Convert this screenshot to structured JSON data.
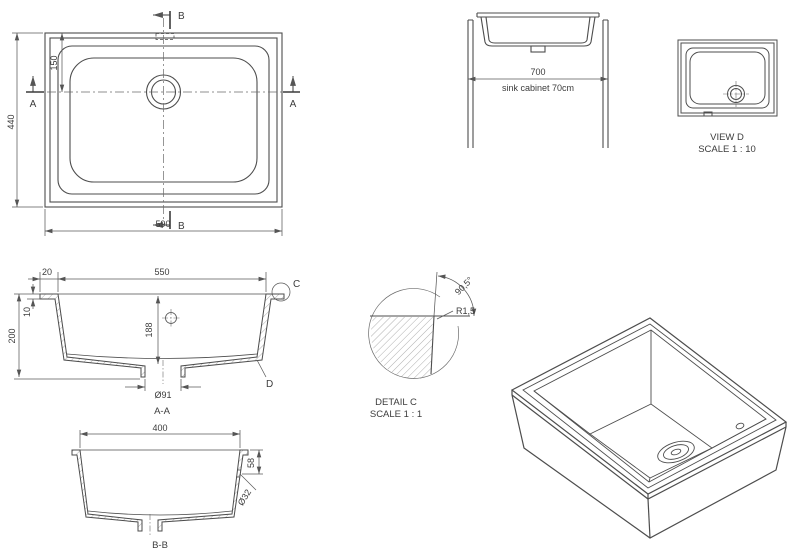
{
  "top_view": {
    "dim_width": "590",
    "dim_depth": "440",
    "dim_drain_offset": "150",
    "section_b": "B",
    "section_a": "A"
  },
  "cabinet_view": {
    "dim_width": "700",
    "caption": "sink cabinet 70cm"
  },
  "view_d": {
    "title": "VIEW D",
    "scale": "SCALE 1 : 10"
  },
  "section_aa": {
    "label": "A-A",
    "dim_opening": "550",
    "dim_flange": "20",
    "dim_inner_depth": "188",
    "dim_height": "200",
    "dim_rim": "10",
    "dim_drain": "Ø91",
    "callout_c": "C",
    "callout_d": "D"
  },
  "detail_c": {
    "title": "DETAIL C",
    "scale": "SCALE 1 : 1",
    "angle": "90,5°",
    "radius": "R1,5"
  },
  "section_bb": {
    "label": "B-B",
    "dim_opening": "400",
    "dim_overflow_depth": "58",
    "dim_overflow": "Ø32"
  }
}
